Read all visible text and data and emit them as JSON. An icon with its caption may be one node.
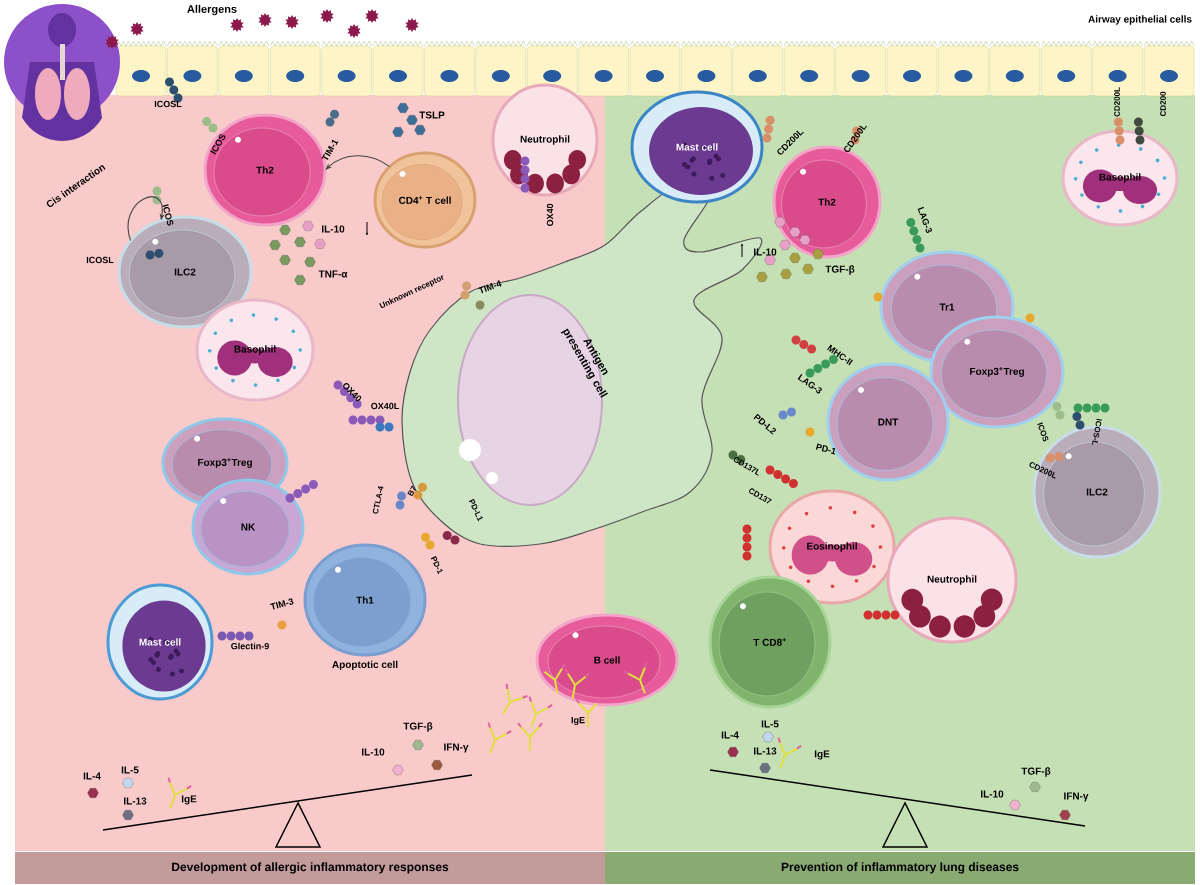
{
  "diagram": {
    "nodes": [
      {
        "text": [
          "Th2"
        ]
      },
      {
        "text": [
          "CD4$^{+}$ T cell"
        ]
      },
      {
        "text": [
          "Neutrophil"
        ]
      },
      {
        "text": [
          "ILC2"
        ]
      },
      {
        "text": [
          "Basophil"
        ]
      },
      {
        "text": [
          "Antigen presenting cell"
        ]
      },
      {
        "text": [
          "Foxp3$^{+}$Treg"
        ]
      },
      {
        "text": [
          "NK"
        ]
      },
      {
        "text": [
          "Th1"
        ],
        "beside": [
          "Apoptotic cell"
        ]
      },
      {
        "text": [
          "Mast cell"
        ]
      },
      {
        "text": [
          "B cell"
        ]
      },
      {
        "text": [
          "Mast cell"
        ]
      },
      {
        "text": [
          "Th2"
        ]
      },
      {
        "text": [
          "Basophil"
        ]
      },
      {
        "text": [
          "Tr1"
        ]
      },
      {
        "text": [
          "Foxp3$^{+}$Treg"
        ]
      },
      {
        "text": [
          "DNT"
        ]
      },
      {
        "text": [
          "ILC2"
        ]
      },
      {
        "text": [
          "Eosinophil"
        ]
      },
      {
        "text": [
          "Neutrophil"
        ]
      },
      {
        "text": [
          "T CD8$^{+}$"
        ]
      },
      {
        "text": [
          "Development of allergic inflammatory responses"
        ]
      },
      {
        "text": [
          "Prevention of inflammatory lung diseases"
        ]
      }
    ],
    "edges": [
      {
        "from": 1,
        "to": 0,
        "arrow": "to"
      },
      {
        "from": 3,
        "to": 3,
        "arrow": "to",
        "label": "Cis interaction"
      }
    ],
    "labels": [
      "Allergens",
      "Airway epithelial cells",
      "ICOSL",
      "ICOS",
      "TIM-1",
      "TSLP",
      "ICOS",
      "OX40",
      "ICOSL",
      "IL-10",
      "TNF-α",
      "Unknown receptor",
      "TIM-4",
      "OX40",
      "OX40L",
      "CTLA-4",
      "B7",
      "PD-L1",
      "PD-1",
      "TIM-3",
      "Glectin-9",
      "IgE",
      "TGF-β",
      "IL-10",
      "IFN-γ",
      "IL-4",
      "IL-5",
      "IL-13",
      "IgE",
      "CD200L",
      "CD200L",
      "CD200L",
      "CD200",
      "LAG-3",
      "IL-10",
      "TGF-β",
      "MHC-II",
      "LAG-3",
      "PD-L2",
      "PD-1",
      "ICOS",
      "ICOS-L",
      "CD137L",
      "CD200L",
      "CD137",
      "IL-4",
      "IL-5",
      "IL-13",
      "IgE",
      "TGF-β",
      "IL-10",
      "IFN-γ"
    ]
  }
}
